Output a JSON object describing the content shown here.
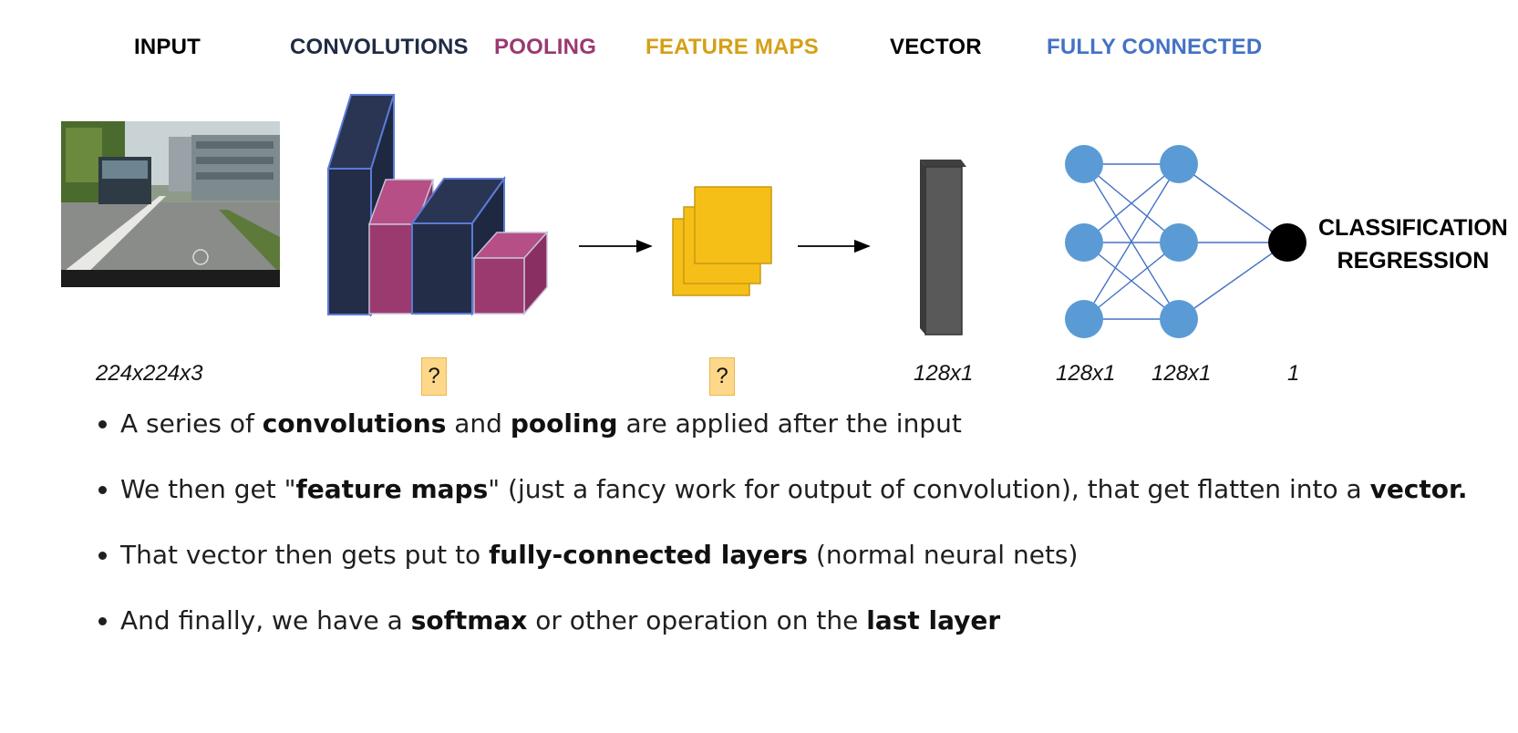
{
  "headers": {
    "input": "INPUT",
    "convolutions": "CONVOLUTIONS",
    "pooling": "POOLING",
    "feature_maps": "FEATURE MAPS",
    "vector": "VECTOR",
    "fully_connected": "FULLY CONNECTED"
  },
  "colors": {
    "input": "#000000",
    "convolutions": "#1f2b44",
    "pooling": "#993970",
    "feature_maps": "#d4a017",
    "vector": "#000000",
    "fully_connected": "#4472c4",
    "conv_block": "#232d48",
    "conv_edge": "#5b7bd5",
    "pool_block": "#9b3a6e",
    "feature_map": "#f6bf17",
    "vector_bar": "#555555",
    "neuron": "#5b9bd5",
    "output_neuron": "#000000"
  },
  "output_label": {
    "line1": "CLASSIFICATION",
    "line2": "REGRESSION"
  },
  "dimensions": {
    "input": "224x224x3",
    "conv": "?",
    "feature_maps": "?",
    "vector": "128x1",
    "fc1": "128x1",
    "fc2": "128x1",
    "output": "1"
  },
  "bullets": [
    {
      "parts": [
        {
          "t": "A series of ",
          "b": false
        },
        {
          "t": "convolutions",
          "b": true
        },
        {
          "t": " and ",
          "b": false
        },
        {
          "t": "pooling",
          "b": true
        },
        {
          "t": " are applied after the input",
          "b": false
        }
      ]
    },
    {
      "parts": [
        {
          "t": "We then get \"",
          "b": false
        },
        {
          "t": "feature maps",
          "b": true
        },
        {
          "t": "\" (just a fancy work for output of convolution), that get flatten into a ",
          "b": false
        },
        {
          "t": "vector.",
          "b": true
        }
      ]
    },
    {
      "parts": [
        {
          "t": "That vector then gets put to ",
          "b": false
        },
        {
          "t": "fully-connected layers",
          "b": true
        },
        {
          "t": " (normal neural nets)",
          "b": false
        }
      ]
    },
    {
      "parts": [
        {
          "t": "And finally, we have a ",
          "b": false
        },
        {
          "t": "softmax",
          "b": true
        },
        {
          "t": " or other operation on the ",
          "b": false
        },
        {
          "t": "last layer",
          "b": true
        }
      ]
    }
  ]
}
